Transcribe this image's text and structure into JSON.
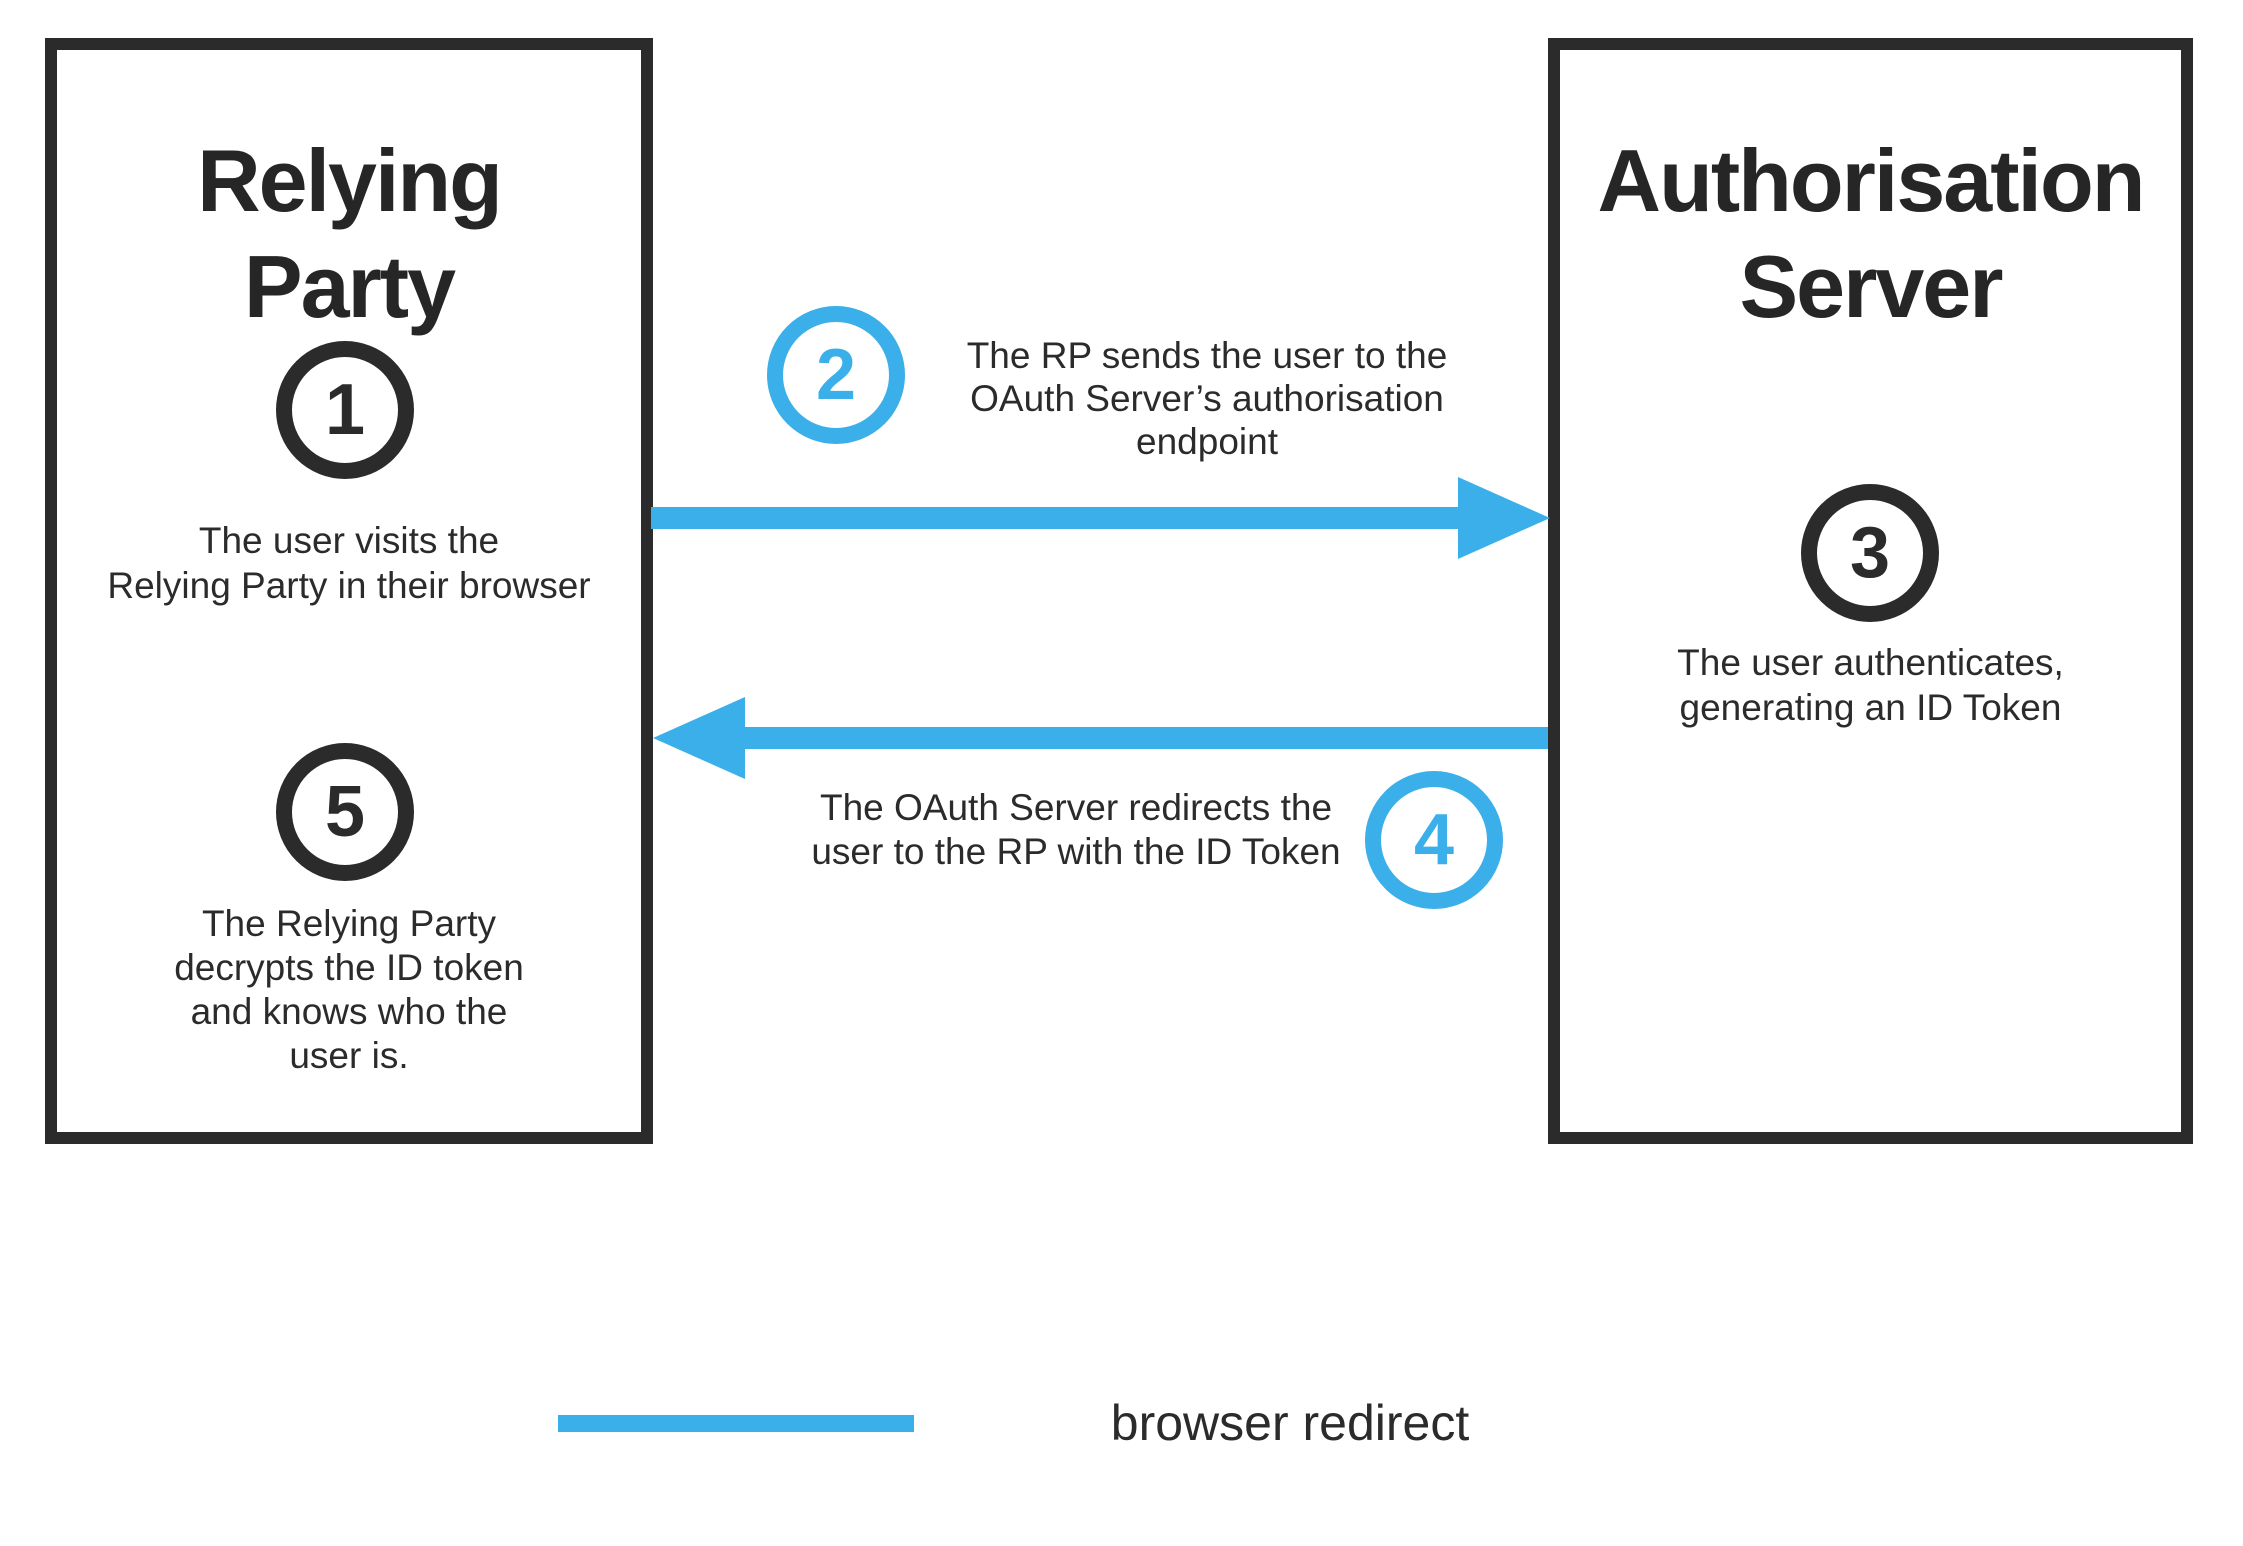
{
  "colors": {
    "accent_blue": "#3bafe9",
    "dark": "#2b2b2b"
  },
  "left_box": {
    "title_lines": [
      "Relying",
      "Party"
    ],
    "step1": {
      "number": "1",
      "lines": [
        "The user visits the",
        "Relying Party in their browser"
      ]
    },
    "step5": {
      "number": "5",
      "lines": [
        "The Relying Party",
        "decrypts the ID token",
        "and knows who the",
        "user is."
      ]
    }
  },
  "right_box": {
    "title_lines": [
      "Authorisation",
      "Server"
    ],
    "step3": {
      "number": "3",
      "lines": [
        "The user authenticates,",
        "generating an ID Token"
      ]
    }
  },
  "flow_top": {
    "number": "2",
    "label_lines": [
      "The RP sends the user to the",
      "OAuth Server’s authorisation",
      "endpoint"
    ]
  },
  "flow_bottom": {
    "number": "4",
    "label_lines": [
      "The OAuth Server redirects the",
      "user to the RP with the ID Token"
    ]
  },
  "legend": {
    "label": "browser redirect"
  }
}
